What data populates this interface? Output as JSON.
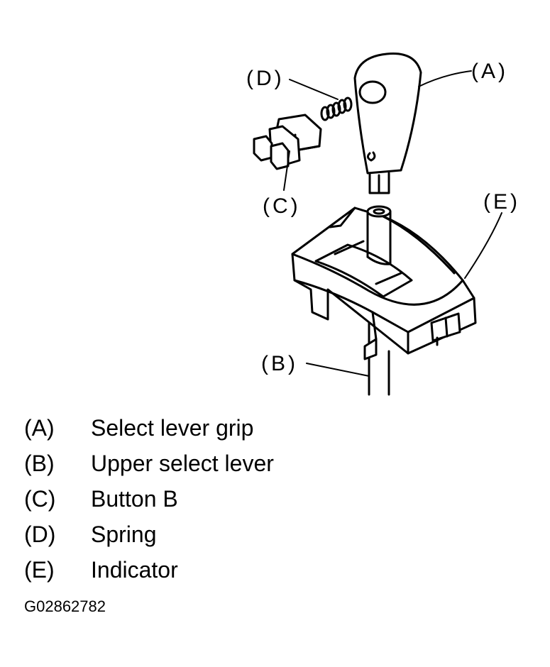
{
  "callouts": {
    "a": "(A)",
    "b": "(B)",
    "c": "(C)",
    "d": "(D)",
    "e": "(E)"
  },
  "legend": [
    {
      "key": "(A)",
      "label": "Select lever grip"
    },
    {
      "key": "(B)",
      "label": "Upper select lever"
    },
    {
      "key": "(C)",
      "label": "Button B"
    },
    {
      "key": "(D)",
      "label": "Spring"
    },
    {
      "key": "(E)",
      "label": "Indicator"
    }
  ],
  "figure_code": "G02862782"
}
